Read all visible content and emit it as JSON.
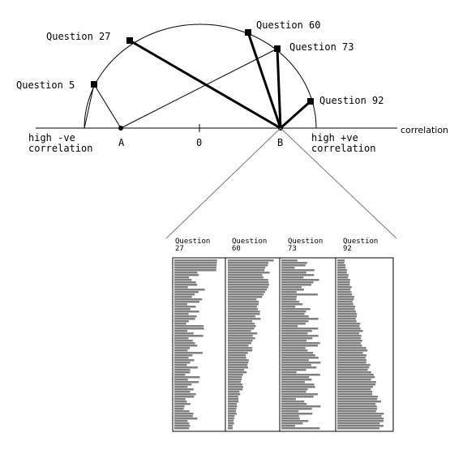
{
  "diagram": {
    "axis_label": "correlation",
    "left_label": [
      "high -ve",
      "correlation"
    ],
    "right_label": [
      "high +ve",
      "correlation"
    ],
    "point_a_label": "A",
    "zero_label": "0",
    "point_b_label": "B",
    "questions": [
      {
        "label": "Question 5",
        "connected_to": "A",
        "bold": false
      },
      {
        "label": "Question 27",
        "connected_to": "B",
        "bold": true
      },
      {
        "label": "Question 60",
        "connected_to": "B",
        "bold": true
      },
      {
        "label": "Question 73",
        "connected_to": "B",
        "bold": true
      },
      {
        "label": "Question 92",
        "connected_to": "B",
        "bold": true
      }
    ]
  },
  "histograms": {
    "panels": [
      {
        "label_line1": "Question",
        "label_line2": "27",
        "shape": "high-top"
      },
      {
        "label_line1": "Question",
        "label_line2": "60",
        "shape": "descending"
      },
      {
        "label_line1": "Question",
        "label_line2": "73",
        "shape": "uniform"
      },
      {
        "label_line1": "Question",
        "label_line2": "92",
        "shape": "ascending"
      }
    ],
    "bar_color": "#808080"
  }
}
